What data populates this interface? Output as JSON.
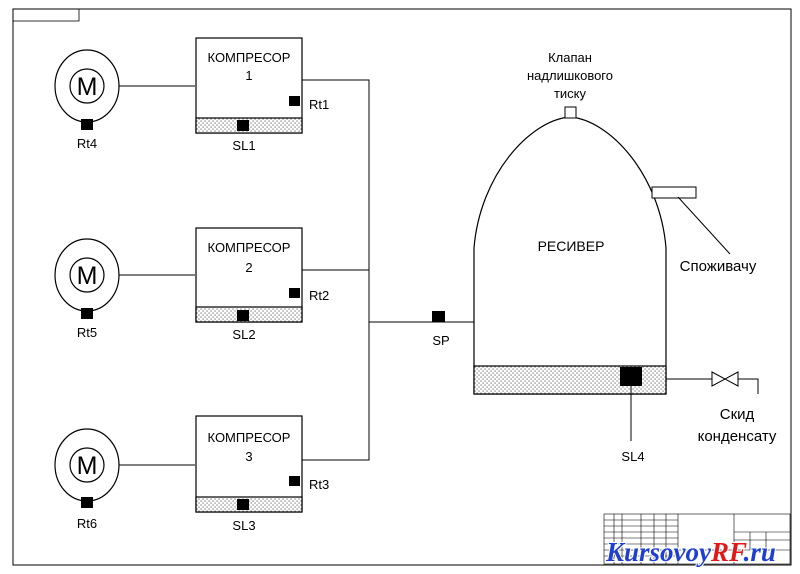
{
  "motors": [
    {
      "symbol": "M",
      "sensor": "Rt4"
    },
    {
      "symbol": "M",
      "sensor": "Rt5"
    },
    {
      "symbol": "M",
      "sensor": "Rt6"
    }
  ],
  "compressors": [
    {
      "title": "КОМПРЕСОР",
      "number": "1",
      "temp_sensor": "Rt1",
      "level_sensor": "SL1"
    },
    {
      "title": "КОМПРЕСОР",
      "number": "2",
      "temp_sensor": "Rt2",
      "level_sensor": "SL2"
    },
    {
      "title": "КОМПРЕСОР",
      "number": "3",
      "temp_sensor": "Rt3",
      "level_sensor": "SL3"
    }
  ],
  "pressure_sensor": "SP",
  "receiver": {
    "label": "РЕСИВЕР",
    "valve_label_lines": [
      "Клапан",
      "надлишкового",
      "тиску"
    ],
    "consumer_label": "Споживачу",
    "level_sensor": "SL4",
    "drain_label_lines": [
      "Скид",
      "конденсату"
    ]
  },
  "watermark": {
    "part1": "Kursovoy",
    "part2": "RF",
    "part3": ".ru"
  },
  "colors": {
    "watermark_blue": "#1e3fd0",
    "watermark_red": "#e01818"
  }
}
